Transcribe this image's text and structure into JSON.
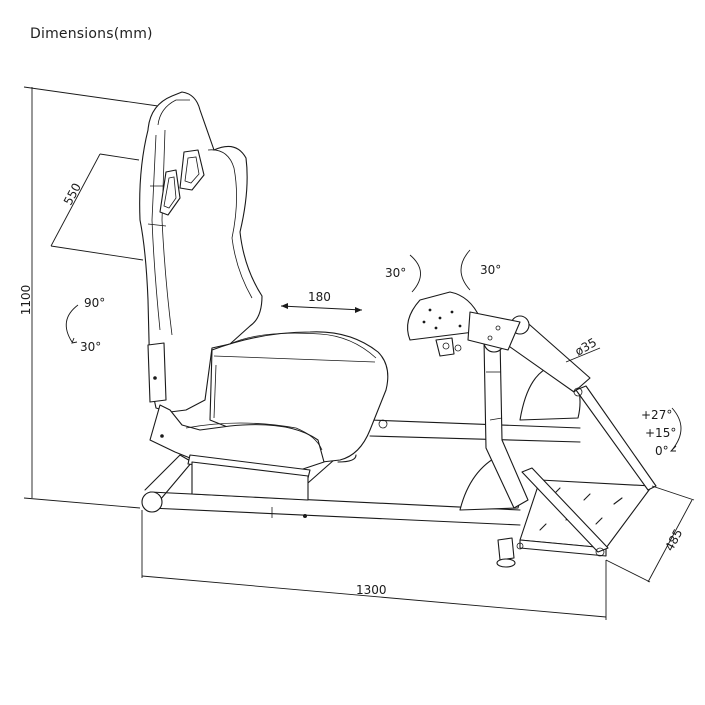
{
  "header": {
    "title": "Dimensions(mm)"
  },
  "dimensions": {
    "overall_height": "1100",
    "backrest_height": "550",
    "seat_slide": "180",
    "overall_length": "1300",
    "pedal_width": "485",
    "tube_diameter": "ø35"
  },
  "angles": {
    "backrest_upper": "90°",
    "backrest_lower": "30°",
    "wheel_tilt_left": "30°",
    "wheel_tilt_right": "30°",
    "pedal_angle_1": "+27°",
    "pedal_angle_2": "+15°",
    "pedal_angle_3": "0°"
  },
  "colors": {
    "line": "#1a1a1a",
    "background": "#ffffff"
  }
}
